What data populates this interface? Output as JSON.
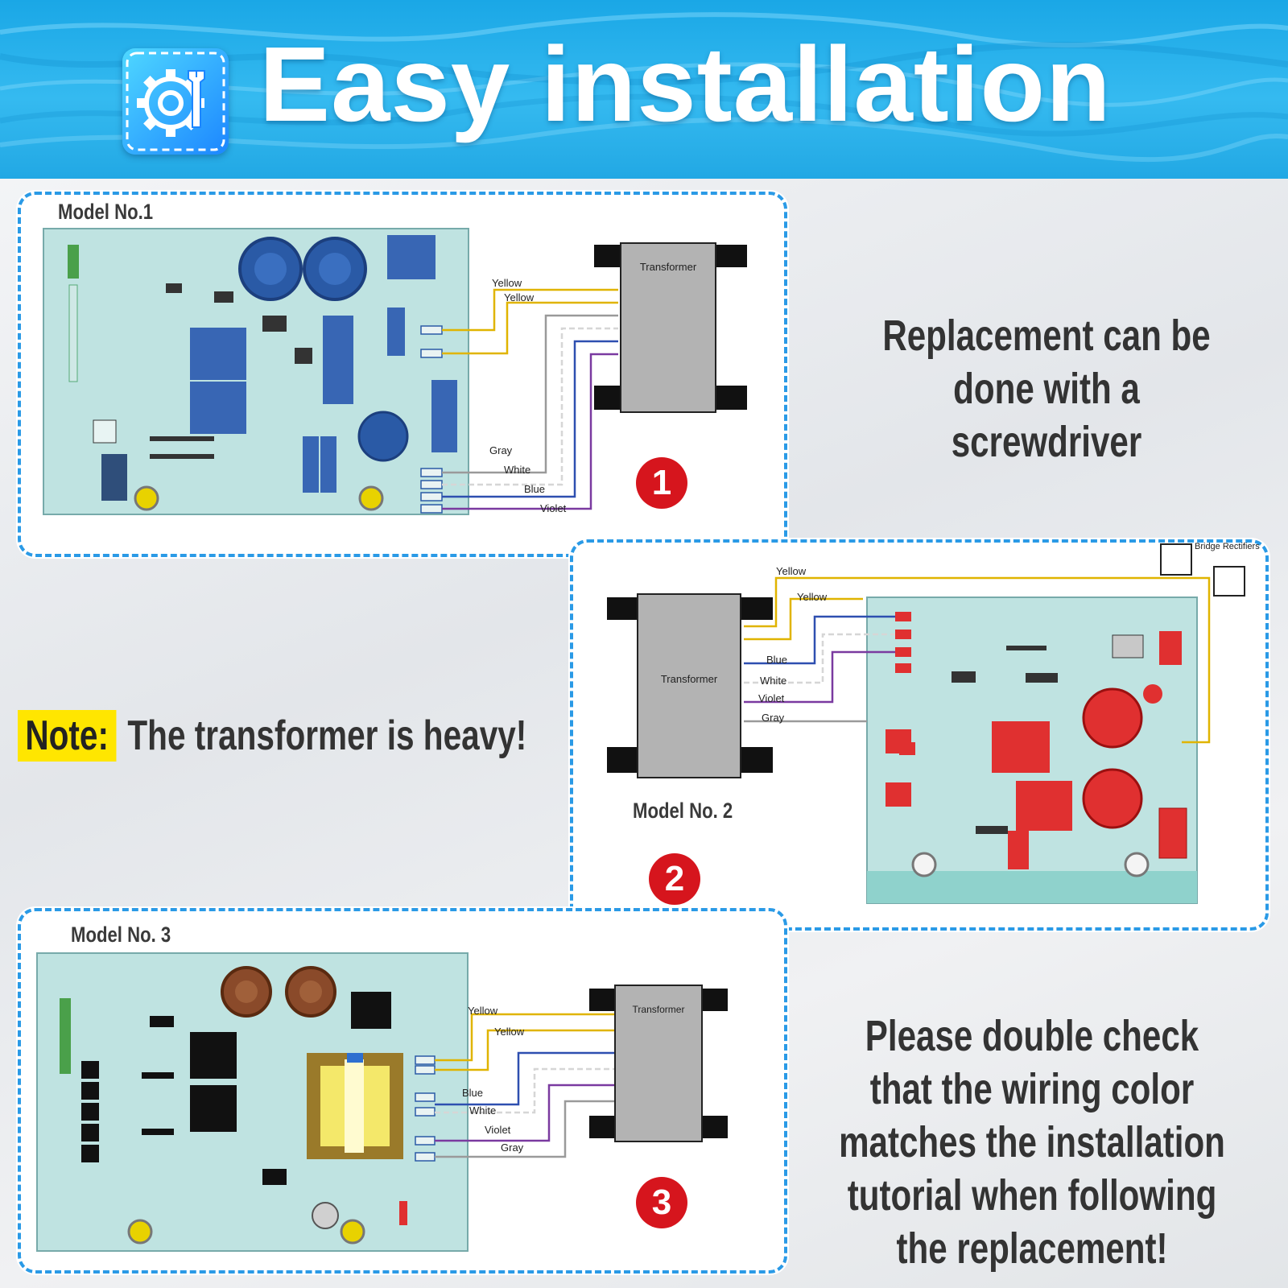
{
  "header": {
    "title": "Easy installation",
    "icon": "gear-wrench-icon",
    "color": "#22a8e4"
  },
  "models": [
    {
      "label": "Model No.1",
      "badge": "1",
      "transformer_label": "Transformer",
      "wires": [
        "Yellow",
        "Yellow",
        "Gray",
        "White",
        "Blue",
        "Violet"
      ]
    },
    {
      "label": "Model No. 2",
      "badge": "2",
      "transformer_label": "Transformer",
      "wires": [
        "Yellow",
        "Yellow",
        "Blue",
        "White",
        "Violet",
        "Gray"
      ],
      "extra_label": "Bridge Rectifiers"
    },
    {
      "label": "Model No. 3",
      "badge": "3",
      "transformer_label": "Transformer",
      "wires": [
        "Yellow",
        "Yellow",
        "Blue",
        "White",
        "Violet",
        "Gray"
      ]
    }
  ],
  "texts": {
    "replacement": "Replacement can be done with a screwdriver",
    "note_label": "Note:",
    "note_text": "The transformer is heavy!",
    "double_check": "Please double check that the wiring color matches the installation tutorial when following the replacement!"
  },
  "wire_colors": {
    "Yellow": "#e0b400",
    "Gray": "#9a9a9a",
    "White": "#d6d6d6",
    "Blue": "#2e4fb0",
    "Violet": "#7a3aa0"
  },
  "badge_color": "#d6151d",
  "accent": "#2a9ae6"
}
